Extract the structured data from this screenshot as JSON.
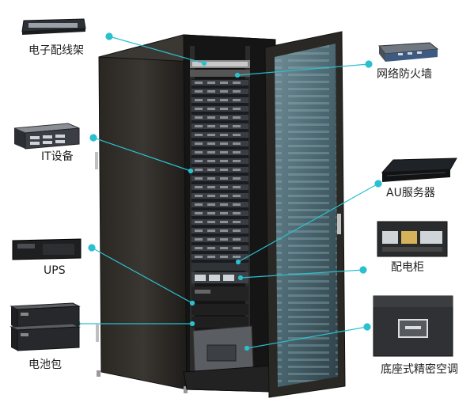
{
  "accent_color": "#2bc0cf",
  "labels": {
    "patch_panel": "电子配线架",
    "firewall": "网络防火墙",
    "it_equipment": "IT设备",
    "au_server": "AU服务器",
    "ups": "UPS",
    "pdu": "配电柜",
    "battery": "电池包",
    "ac_unit": "底座式精密空调"
  }
}
